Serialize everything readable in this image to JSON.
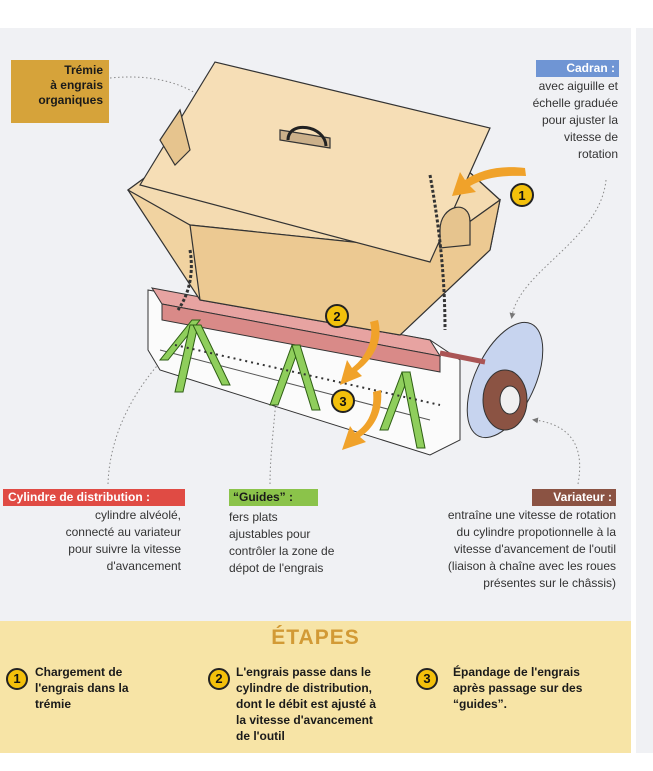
{
  "labels": {
    "tremie": "Trémie\nà engrais\norganiques",
    "cadran_title": "Cadran :",
    "cadran_desc": "avec aiguille et\néchelle graduée\npour ajuster la\nvitesse de\nrotation",
    "cylindre_title": "Cylindre de distribution :",
    "cylindre_desc": "cylindre alvéolé,\nconnecté au variateur\npour suivre la vitesse\nd'avancement",
    "guides_title": "“Guides” :",
    "guides_desc": "fers plats\najustables pour\ncontrôler la zone de\ndépot de l'engrais",
    "variateur_title": "Variateur :",
    "variateur_desc": "entraîne une vitesse de rotation\ndu cylindre propotionnelle à la\nvitesse d'avancement de l'outil\n(liaison à chaîne avec les roues\nprésentes sur le châssis)"
  },
  "diagram_markers": [
    "1",
    "2",
    "3"
  ],
  "etapes": {
    "title": "ÉTAPES",
    "steps": [
      {
        "num": "1",
        "text": "Chargement de\nl'engrais dans la\ntrémie"
      },
      {
        "num": "2",
        "text": "L'engrais passe dans le\ncylindre de distribution,\ndont le débit est ajusté à\nla vitesse d'avancement\nde l'outil"
      },
      {
        "num": "3",
        "text": "Épandage de l'engrais\naprès passage sur des\n“guides”."
      }
    ]
  },
  "colors": {
    "hopper": "#f1d3a1",
    "tremie_label": "#d6a33a",
    "cadran_label": "#6f95d4",
    "cylindre_label": "#e04b44",
    "guides_label": "#8bc34a",
    "variateur_label": "#8b5343",
    "arrow": "#f0a22a",
    "etapes_bg": "#f7e4a6",
    "marker": "#f3c00b"
  }
}
